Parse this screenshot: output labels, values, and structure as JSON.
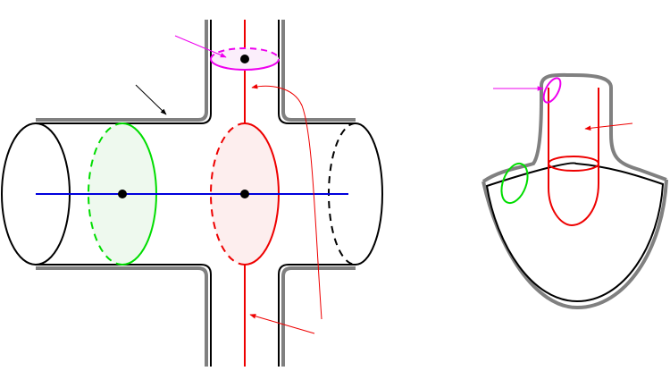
{
  "figure": {
    "colors": {
      "outline": "#000000",
      "boundary_gray": "#808080",
      "green_disk": "#00dd00",
      "red_disk": "#ee0000",
      "magenta_disk": "#ee00ee",
      "axis_blue": "#0000dd",
      "green_fill": "#eef9ee",
      "red_fill": "#fdeeee",
      "magenta_fill": "#fbeefb"
    },
    "left_panel": {
      "elements": [
        "cylinder",
        "vertical-tube",
        "green-disk",
        "red-disk",
        "magenta-disk",
        "blue-axis",
        "axis-point-green",
        "axis-point-red",
        "tube-point"
      ]
    },
    "right_panel": {
      "elements": [
        "curved-surface",
        "neck",
        "green-loop",
        "red-loop",
        "magenta-loop"
      ]
    }
  }
}
